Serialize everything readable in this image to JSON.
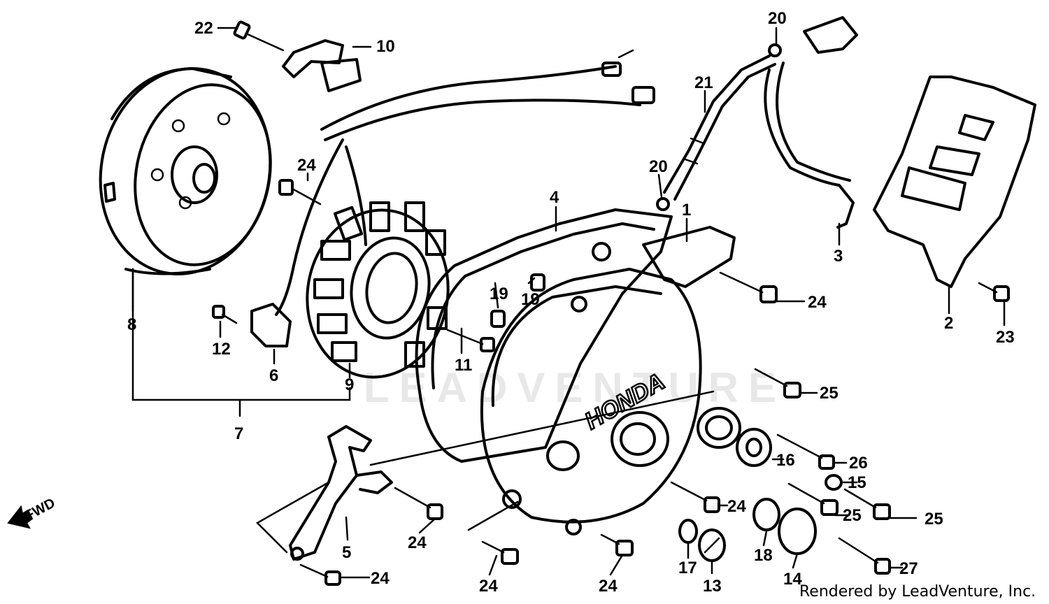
{
  "diagram": {
    "watermark": "LEADVENTURE",
    "credit": "Rendered by LeadVenture, Inc.",
    "fwd_label": "FWD",
    "cover_brand": "HONDA",
    "callouts": {
      "p1": "1",
      "p2": "2",
      "p3": "3",
      "p4": "4",
      "p5": "5",
      "p6": "6",
      "p7": "7",
      "p8": "8",
      "p9": "9",
      "p10": "10",
      "p11": "11",
      "p12": "12",
      "p13": "13",
      "p14": "14",
      "p15": "15",
      "p16": "16",
      "p17": "17",
      "p18": "18",
      "p19a": "19",
      "p19b": "19",
      "p20a": "20",
      "p20b": "20",
      "p21": "21",
      "p22": "22",
      "p23": "23",
      "p24a": "24",
      "p24b": "24",
      "p24c": "24",
      "p24d": "24",
      "p24e": "24",
      "p24f": "24",
      "p24g": "24",
      "p25a": "25",
      "p25b": "25",
      "p25c": "25",
      "p26": "26",
      "p27": "27"
    }
  }
}
